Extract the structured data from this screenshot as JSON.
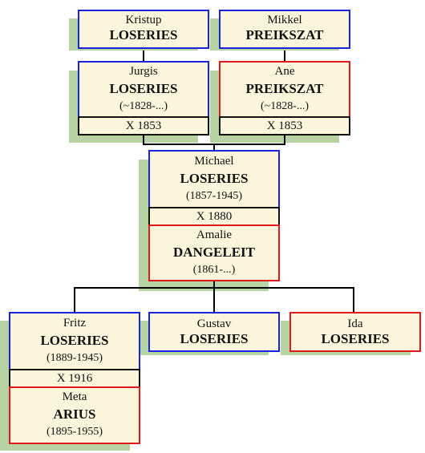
{
  "persons": {
    "kristup": {
      "first": "Kristup",
      "last": "LOSERIES"
    },
    "mikkel": {
      "first": "Mikkel",
      "last": "PREIKSZAT"
    },
    "jurgis": {
      "first": "Jurgis",
      "last": "LOSERIES",
      "dates": "(~1828-...)"
    },
    "ane": {
      "first": "Ane",
      "last": "PREIKSZAT",
      "dates": "(~1828-...)"
    },
    "michael": {
      "first": "Michael",
      "last": "LOSERIES",
      "dates": "(1857-1945)"
    },
    "amalie": {
      "first": "Amalie",
      "last": "DANGELEIT",
      "dates": "(1861-...)"
    },
    "fritz": {
      "first": "Fritz",
      "last": "LOSERIES",
      "dates": "(1889-1945)"
    },
    "gustav": {
      "first": "Gustav",
      "last": "LOSERIES"
    },
    "ida": {
      "first": "Ida",
      "last": "LOSERIES"
    },
    "meta": {
      "first": "Meta",
      "last": "ARIUS",
      "dates": "(1895-1955)"
    }
  },
  "marriages": {
    "jurgis": "X 1853",
    "ane": "X 1853",
    "michael_amalie": "X 1880",
    "fritz_meta": "X 1916"
  },
  "colors": {
    "male_border": "#1a24e0",
    "female_border": "#e01a1a",
    "box_fill": "#fbf5dc",
    "shadow": "#b7d3a3"
  }
}
